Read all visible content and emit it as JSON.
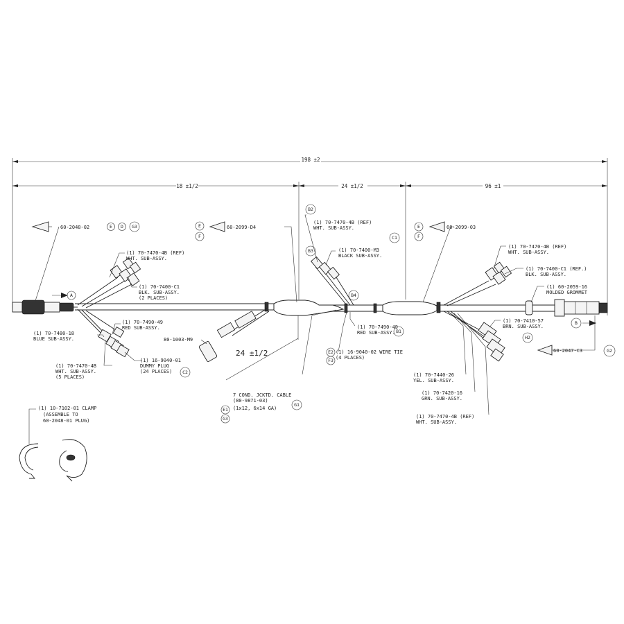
{
  "dimensions": {
    "overall": "198 ±2",
    "left": "18 ±1/2",
    "middle": "24 ±1/2",
    "right": "96 ±1",
    "branch": "24 ±1/2"
  },
  "callouts": {
    "left_plug": "60-2048-02",
    "center_plug": "60-2099-D4",
    "right_plug": "60-2099-03",
    "end_plug": "60-2047-C3",
    "dummy_plug_part": "80-1003-M9"
  },
  "notes": {
    "n1": [
      "(1) 70-7470-4B (REF)",
      "WHT. SUB-ASSY."
    ],
    "n2": [
      "(1) 70-7400-C1",
      "BLK. SUB-ASSY.",
      "(2 PLACES)"
    ],
    "n3": [
      "(1) 70-7490-49",
      "RED SUB-ASSY."
    ],
    "n4": [
      "(1) 70-7480-18",
      "BLUE SUB-ASSY."
    ],
    "n5": [
      "(1) 70-7470-4B",
      "WHT. SUB-ASSY.",
      "(5 PLACES)"
    ],
    "n6": [
      "(1) 16-9040-01",
      "DUMMY PLUG",
      "(24 PLACES)"
    ],
    "n7": [
      "(1) 70-7470-4B (REF)",
      "WHT. SUB-ASSY."
    ],
    "n8": [
      "(1) 70-7400-M3",
      "BLACK SUB-ASSY."
    ],
    "n9": [
      "(1) 70-7490-49",
      "RED SUB-ASSY."
    ],
    "n10": [
      "(1) 16-9040-02 WIRE TIE",
      "(4 PLACES)"
    ],
    "n11": [
      "7 COND. JCKTD. CABLE",
      "(80-9871-03)",
      "(1x12, 6x14 GA)"
    ],
    "n12": [
      "(1) 70-7470-4B (REF)",
      "WHT. SUB-ASSY."
    ],
    "n13": [
      "(1) 70-7400-C1 (REF.)",
      "BLK. SUB-ASSY."
    ],
    "n14": [
      "(1) 60-2059-16",
      "MOLDED GROMMET"
    ],
    "n15": [
      "(1) 70-7410-57",
      "BRN. SUB-ASSY."
    ],
    "n16": [
      "(1) 70-7440-26",
      "YEL. SUB-ASSY."
    ],
    "n17": [
      "(1) 70-7420-16",
      "GRN. SUB-ASSY."
    ],
    "n18": [
      "(1) 70-7470-4B (REF)",
      "WHT. SUB-ASSY."
    ],
    "n19": [
      "(1) 10-7102-01 CLAMP",
      "(ASSEMBLE TO",
      "60-2048-01 PLUG)"
    ]
  },
  "bubbles": {
    "b_left_e": "E",
    "b_left_d": "D",
    "b_left_g3": "G3",
    "b_A": "A",
    "b_center_e": "E",
    "b_center_f": "F",
    "b_B2": "B2",
    "b_B3": "B3",
    "b_C1": "C1",
    "b_B4": "B4",
    "b_B1": "B1",
    "b_right_e": "E",
    "b_right_f": "F",
    "b_C2": "C2",
    "b_E2": "E2",
    "b_F3": "F3",
    "b_G1": "G1",
    "b_E1": "E1",
    "b_G3_low": "G3",
    "b_H2": "H2",
    "b_B5": "B",
    "b_G2": "G2"
  }
}
